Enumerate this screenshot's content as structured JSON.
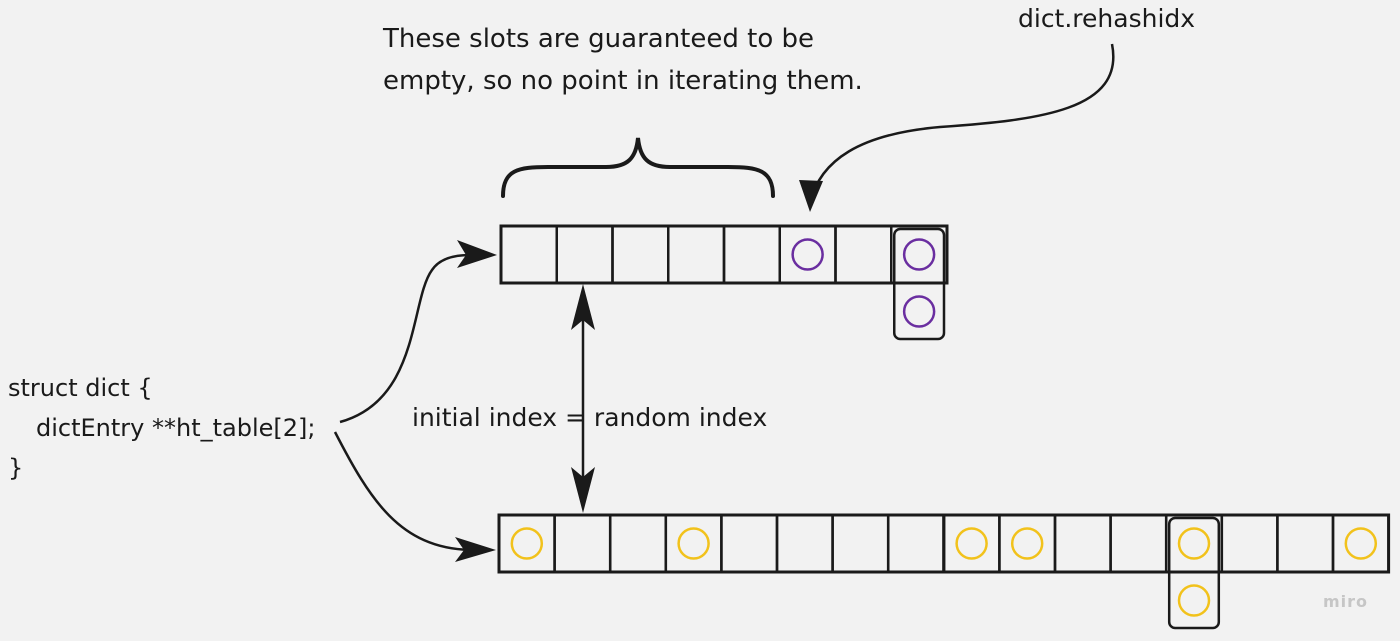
{
  "annotation": {
    "line1": "These slots are guaranteed to be",
    "line2": "empty, so no point in iterating them."
  },
  "pointer_label": "dict.rehashidx",
  "index_label": "initial index = random index",
  "code": {
    "line1": "struct dict {",
    "line2": "dictEntry **ht_table[2];",
    "line3": "}"
  },
  "watermark": "miro",
  "colors": {
    "background": "#f2f2f2",
    "stroke": "#1a1a1a",
    "table0_entry": "#6a2ea0",
    "table1_entry": "#f2c21b",
    "watermark": "#c6c6c6"
  },
  "table0": {
    "slots": 8,
    "entries": [
      {
        "slot": 5,
        "chain": 1
      },
      {
        "slot": 7,
        "chain": 2
      }
    ]
  },
  "table1": {
    "slots": 16,
    "entries": [
      {
        "slot": 0,
        "chain": 1
      },
      {
        "slot": 3,
        "chain": 1
      },
      {
        "slot": 8,
        "chain": 1
      },
      {
        "slot": 9,
        "chain": 1
      },
      {
        "slot": 12,
        "chain": 2
      },
      {
        "slot": 15,
        "chain": 1
      }
    ]
  }
}
